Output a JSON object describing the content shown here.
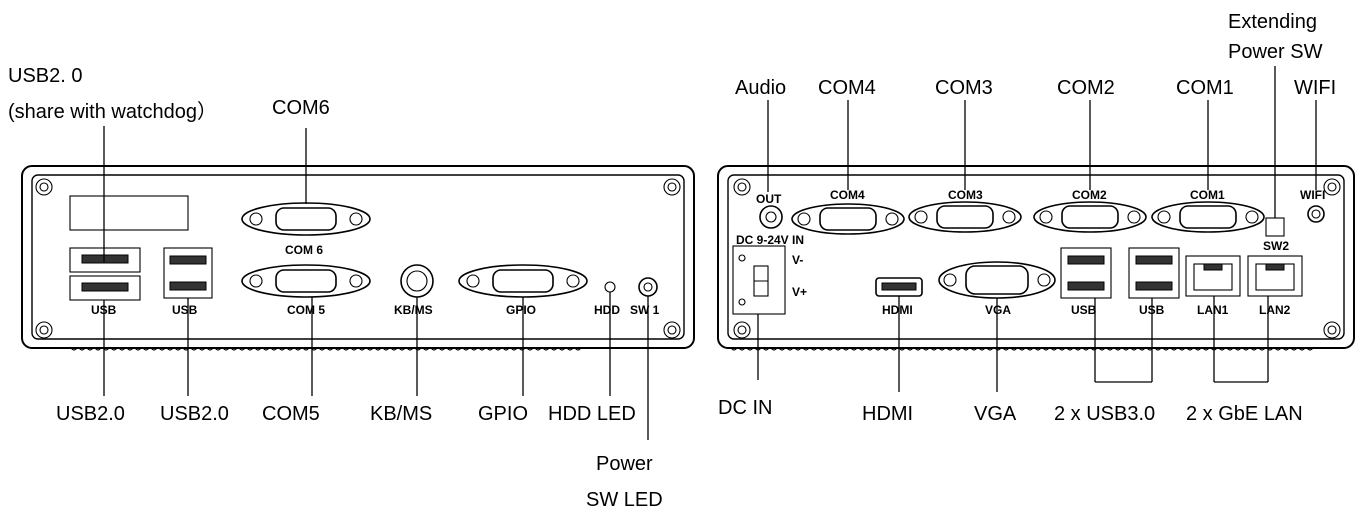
{
  "left_panel": {
    "callouts_top": {
      "usb_watchdog_line1": "USB2. 0",
      "usb_watchdog_line2": "(share with watchdog）",
      "com6": "COM6"
    },
    "callouts_bottom": {
      "usb20_a": "USB2.0",
      "usb20_b": "USB2.0",
      "com5": "COM5",
      "kbms": "KB/MS",
      "gpio": "GPIO",
      "hdd_led": "HDD LED",
      "power_sw_led_line1": "Power",
      "power_sw_led_line2": "SW LED"
    },
    "panel_labels": {
      "com6": "COM 6",
      "usb_a": "USB",
      "usb_b": "USB",
      "com5": "COM 5",
      "kbms": "KB/MS",
      "gpio": "GPIO",
      "hdd": "HDD",
      "sw1": "SW 1"
    }
  },
  "right_panel": {
    "callouts_top": {
      "audio": "Audio",
      "com4": "COM4",
      "com3": "COM3",
      "com2": "COM2",
      "com1": "COM1",
      "ext_power_line1": "Extending",
      "ext_power_line2": "Power SW",
      "wifi": "WIFI"
    },
    "callouts_bottom": {
      "dc_in": "DC IN",
      "hdmi": "HDMI",
      "vga": "VGA",
      "usb30": "2 x USB3.0",
      "gbe_lan": "2 x GbE LAN"
    },
    "panel_labels": {
      "out": "OUT",
      "dc": "DC 9-24V IN",
      "com4": "COM4",
      "com3": "COM3",
      "com2": "COM2",
      "com1": "COM1",
      "sw2": "SW2",
      "wifi": "WIFI",
      "vminus": "V-",
      "vplus": "V+",
      "hdmi": "HDMI",
      "vga": "VGA",
      "usb_a": "USB",
      "usb_b": "USB",
      "lan1": "LAN1",
      "lan2": "LAN2"
    }
  }
}
